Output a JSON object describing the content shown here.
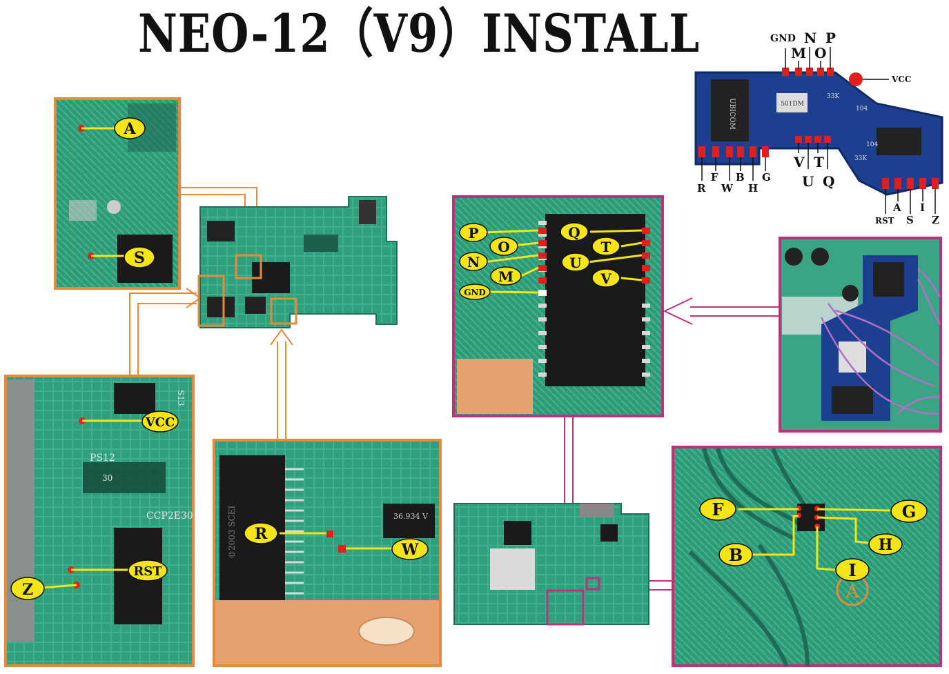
{
  "title": "NEO-12（V9）INSTALL",
  "colors": {
    "pcb": "#2f9f7e",
    "pcb_dark": "#1f6d55",
    "board_blue": "#1c3f8f",
    "orange": "#e8893a",
    "magenta": "#c0307a",
    "pad_red": "#e0201c",
    "label_yellow": "#f4e418",
    "wire": "#f4e418"
  },
  "chip_diagram": {
    "top_labels": {
      "gnd": "GND",
      "m": "M",
      "n": "N",
      "o": "O",
      "p": "P"
    },
    "vcc": "VCC",
    "middle_labels": {
      "v": "V",
      "t": "T",
      "u": "U",
      "q": "Q"
    },
    "left_labels": {
      "r": "R",
      "f": "F",
      "w": "W",
      "b": "B",
      "h": "H",
      "g": "G"
    },
    "right_labels": {
      "rst": "RST",
      "a": "A",
      "s": "S",
      "i": "I",
      "z": "Z"
    },
    "chip_text": "UBICOM",
    "resistor_text": "501DM",
    "part_labels": {
      "r33k_1": "33K",
      "r33k_2": "33K",
      "r104": "104",
      "r104_2": "104"
    }
  },
  "panel_as": {
    "a": "A",
    "s": "S"
  },
  "panel_vcc": {
    "vcc": "VCC",
    "rst": "RST",
    "z": "Z",
    "silk_s13": "S13",
    "silk_ps12": "PS12",
    "silk_30": "30",
    "silk_ccp": "CCP2E30"
  },
  "panel_rw": {
    "r": "R",
    "w": "W",
    "chip_text": "©2003 SCEI",
    "crystal": "36.934 V"
  },
  "panel_pqt": {
    "p": "P",
    "q": "Q",
    "o": "O",
    "t": "T",
    "n": "N",
    "u": "U",
    "m": "M",
    "v": "V",
    "gnd": "GND"
  },
  "panel_fg": {
    "f": "F",
    "g": "G",
    "b": "B",
    "h": "H",
    "i": "I",
    "silk_a": "A"
  }
}
